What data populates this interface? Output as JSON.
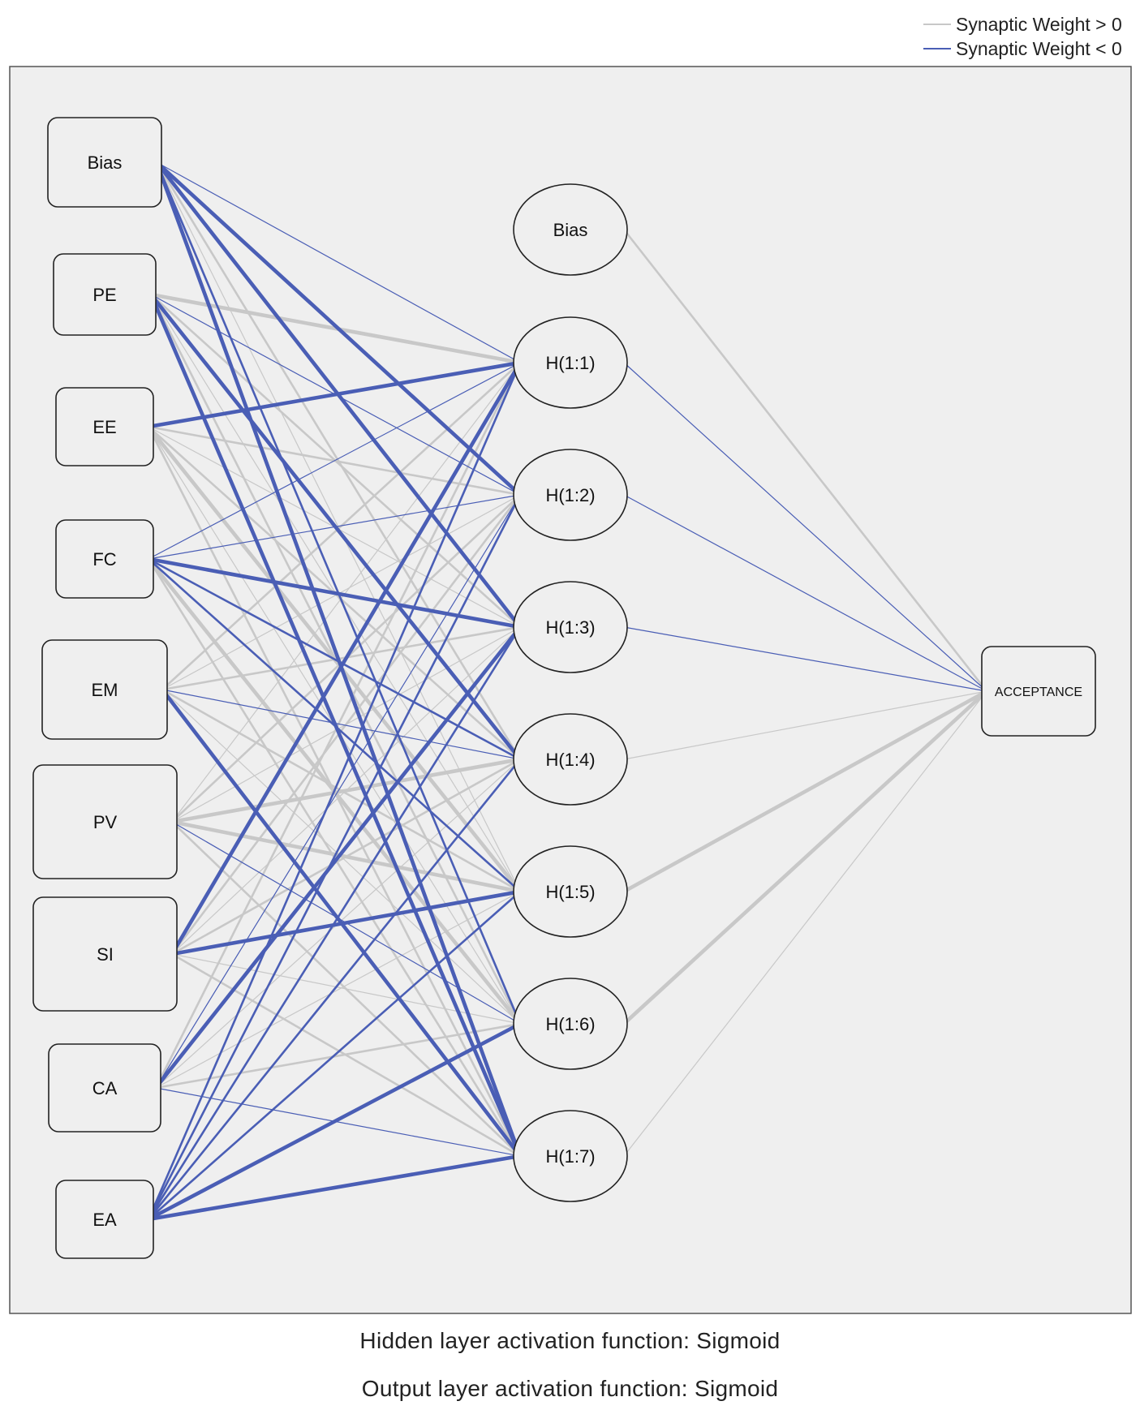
{
  "legend": {
    "positive_label": "Synaptic Weight > 0",
    "negative_label": "Synaptic Weight < 0",
    "positive_color": "#c8c8c8",
    "negative_color": "#4a5eb5"
  },
  "nodes": {
    "input": [
      {
        "id": "in-bias",
        "label": "Bias"
      },
      {
        "id": "in-pe",
        "label": "PE"
      },
      {
        "id": "in-ee",
        "label": "EE"
      },
      {
        "id": "in-fc",
        "label": "FC"
      },
      {
        "id": "in-em",
        "label": "EM"
      },
      {
        "id": "in-pv",
        "label": "PV"
      },
      {
        "id": "in-si",
        "label": "SI"
      },
      {
        "id": "in-ca",
        "label": "CA"
      },
      {
        "id": "in-ea",
        "label": "EA"
      }
    ],
    "hidden": [
      {
        "id": "h-bias",
        "label": "Bias"
      },
      {
        "id": "h1",
        "label": "H(1:1)"
      },
      {
        "id": "h2",
        "label": "H(1:2)"
      },
      {
        "id": "h3",
        "label": "H(1:3)"
      },
      {
        "id": "h4",
        "label": "H(1:4)"
      },
      {
        "id": "h5",
        "label": "H(1:5)"
      },
      {
        "id": "h6",
        "label": "H(1:6)"
      },
      {
        "id": "h7",
        "label": "H(1:7)"
      }
    ],
    "output": [
      {
        "id": "out-acceptance",
        "label": "ACCEPTANCE"
      }
    ]
  },
  "edges_input_hidden": [
    [
      "in-bias",
      "h1",
      "neg",
      1
    ],
    [
      "in-bias",
      "h2",
      "neg",
      3
    ],
    [
      "in-bias",
      "h3",
      "neg",
      3
    ],
    [
      "in-bias",
      "h4",
      "pos",
      2
    ],
    [
      "in-bias",
      "h5",
      "pos",
      1
    ],
    [
      "in-bias",
      "h6",
      "neg",
      2
    ],
    [
      "in-bias",
      "h7",
      "neg",
      3
    ],
    [
      "in-pe",
      "h1",
      "pos",
      3
    ],
    [
      "in-pe",
      "h2",
      "neg",
      1
    ],
    [
      "in-pe",
      "h3",
      "pos",
      2
    ],
    [
      "in-pe",
      "h4",
      "neg",
      3
    ],
    [
      "in-pe",
      "h5",
      "pos",
      1
    ],
    [
      "in-pe",
      "h6",
      "pos",
      2
    ],
    [
      "in-pe",
      "h7",
      "neg",
      3
    ],
    [
      "in-ee",
      "h1",
      "neg",
      3
    ],
    [
      "in-ee",
      "h2",
      "pos",
      2
    ],
    [
      "in-ee",
      "h3",
      "pos",
      1
    ],
    [
      "in-ee",
      "h4",
      "pos",
      2
    ],
    [
      "in-ee",
      "h5",
      "pos",
      3
    ],
    [
      "in-ee",
      "h6",
      "pos",
      1
    ],
    [
      "in-ee",
      "h7",
      "pos",
      2
    ],
    [
      "in-fc",
      "h1",
      "neg",
      1
    ],
    [
      "in-fc",
      "h2",
      "neg",
      1
    ],
    [
      "in-fc",
      "h3",
      "neg",
      3
    ],
    [
      "in-fc",
      "h4",
      "neg",
      2
    ],
    [
      "in-fc",
      "h5",
      "neg",
      2
    ],
    [
      "in-fc",
      "h6",
      "pos",
      3
    ],
    [
      "in-fc",
      "h7",
      "pos",
      2
    ],
    [
      "in-em",
      "h1",
      "pos",
      2
    ],
    [
      "in-em",
      "h2",
      "pos",
      1
    ],
    [
      "in-em",
      "h3",
      "pos",
      2
    ],
    [
      "in-em",
      "h4",
      "neg",
      1
    ],
    [
      "in-em",
      "h5",
      "pos",
      2
    ],
    [
      "in-em",
      "h6",
      "pos",
      1
    ],
    [
      "in-em",
      "h7",
      "neg",
      3
    ],
    [
      "in-pv",
      "h1",
      "pos",
      1
    ],
    [
      "in-pv",
      "h2",
      "pos",
      2
    ],
    [
      "in-pv",
      "h3",
      "pos",
      1
    ],
    [
      "in-pv",
      "h4",
      "pos",
      3
    ],
    [
      "in-pv",
      "h5",
      "pos",
      3
    ],
    [
      "in-pv",
      "h6",
      "neg",
      1
    ],
    [
      "in-pv",
      "h7",
      "pos",
      2
    ],
    [
      "in-si",
      "h1",
      "neg",
      3
    ],
    [
      "in-si",
      "h2",
      "pos",
      2
    ],
    [
      "in-si",
      "h3",
      "pos",
      1
    ],
    [
      "in-si",
      "h4",
      "pos",
      2
    ],
    [
      "in-si",
      "h5",
      "neg",
      3
    ],
    [
      "in-si",
      "h6",
      "pos",
      1
    ],
    [
      "in-si",
      "h7",
      "pos",
      2
    ],
    [
      "in-ca",
      "h1",
      "pos",
      2
    ],
    [
      "in-ca",
      "h2",
      "neg",
      1
    ],
    [
      "in-ca",
      "h3",
      "neg",
      3
    ],
    [
      "in-ca",
      "h4",
      "pos",
      1
    ],
    [
      "in-ca",
      "h5",
      "pos",
      1
    ],
    [
      "in-ca",
      "h6",
      "pos",
      2
    ],
    [
      "in-ca",
      "h7",
      "neg",
      1
    ],
    [
      "in-ea",
      "h1",
      "neg",
      2
    ],
    [
      "in-ea",
      "h2",
      "neg",
      2
    ],
    [
      "in-ea",
      "h3",
      "neg",
      2
    ],
    [
      "in-ea",
      "h4",
      "neg",
      2
    ],
    [
      "in-ea",
      "h5",
      "neg",
      2
    ],
    [
      "in-ea",
      "h6",
      "neg",
      3
    ],
    [
      "in-ea",
      "h7",
      "neg",
      3
    ]
  ],
  "edges_hidden_output": [
    [
      "h-bias",
      "out-acceptance",
      "pos",
      2
    ],
    [
      "h1",
      "out-acceptance",
      "neg",
      1
    ],
    [
      "h2",
      "out-acceptance",
      "neg",
      1
    ],
    [
      "h3",
      "out-acceptance",
      "neg",
      1
    ],
    [
      "h4",
      "out-acceptance",
      "pos",
      1
    ],
    [
      "h5",
      "out-acceptance",
      "pos",
      3
    ],
    [
      "h6",
      "out-acceptance",
      "pos",
      3
    ],
    [
      "h7",
      "out-acceptance",
      "pos",
      1
    ]
  ],
  "captions": {
    "hidden_activation": "Hidden layer activation function: Sigmoid",
    "output_activation": "Output layer activation function: Sigmoid"
  }
}
